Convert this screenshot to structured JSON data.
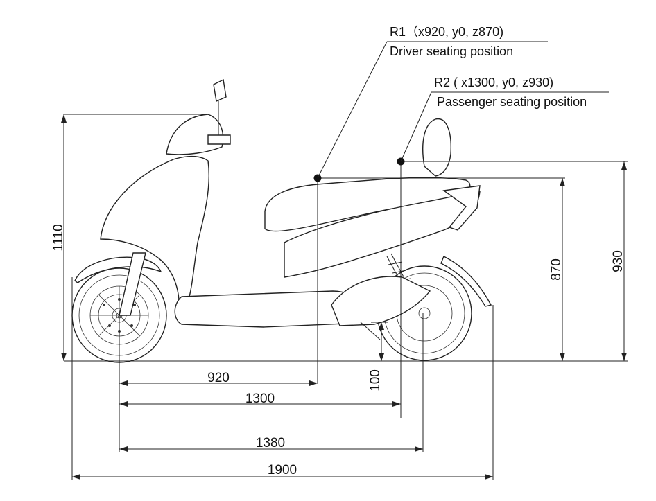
{
  "figure": {
    "points": {
      "r1": {
        "label": "R1（x920, y0, z870)",
        "description": "Driver seating position"
      },
      "r2": {
        "label": "R2 ( x1300, y0, z930)",
        "description": "Passenger seating position"
      }
    },
    "dimensions": {
      "height_total": "1110",
      "height_r1": "870",
      "height_r2": "930",
      "ground_clearance": "100",
      "len_920": "920",
      "len_1300": "1300",
      "len_1380": "1380",
      "len_1900": "1900"
    }
  }
}
